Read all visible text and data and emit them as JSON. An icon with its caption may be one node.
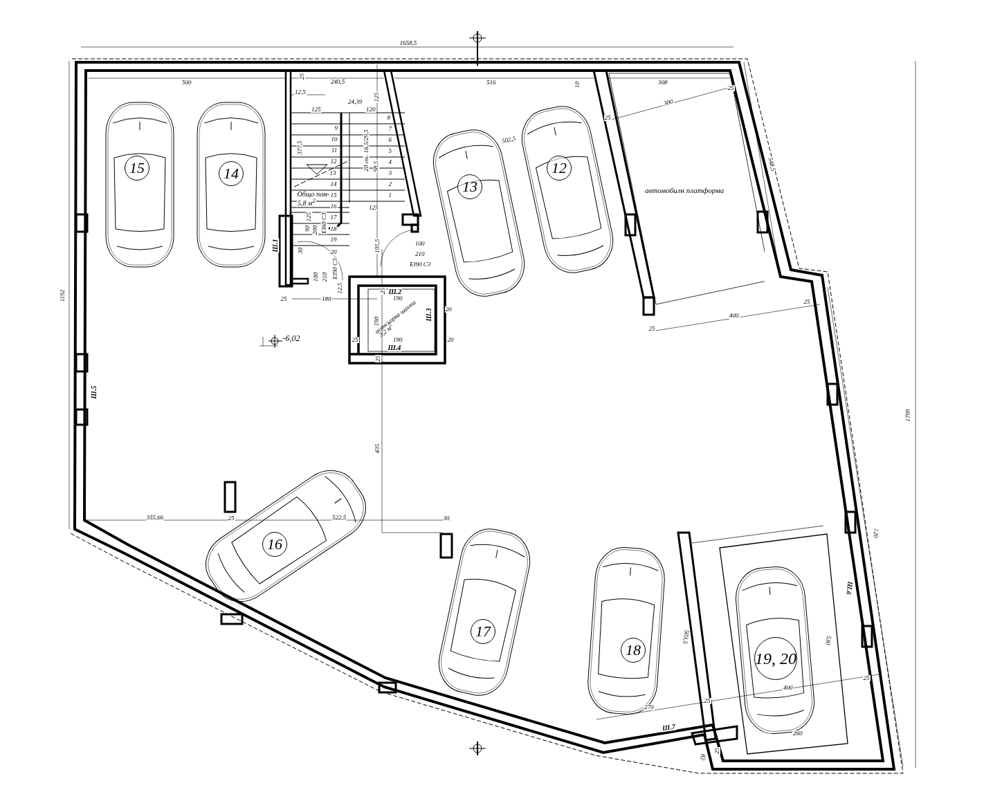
{
  "diagram": {
    "nodes": [
      {
        "text": [
          "15"
        ]
      },
      {
        "text": [
          "14"
        ]
      },
      {
        "text": [
          "13"
        ]
      },
      {
        "text": [
          "12"
        ]
      },
      {
        "text": [
          "автомобилн платформа"
        ]
      },
      {
        "text": [
          "асансьорна шахта",
          "3,2 м$^{2}$"
        ]
      },
      {
        "text": [
          "16"
        ]
      },
      {
        "text": [
          "17"
        ]
      },
      {
        "text": [
          "18"
        ]
      },
      {
        "text": [
          "19, 20"
        ]
      }
    ],
    "edges": [],
    "labels": [
      "1658,5",
      "25",
      "500",
      "240,5",
      "516",
      "10",
      "308",
      "25",
      "12,5",
      "125",
      "24,39",
      "300",
      "125",
      "120",
      "8",
      "25",
      "9",
      "7",
      "10",
      "6",
      "502,5",
      "11",
      "5",
      "377,5",
      "20 ст. 16,5/29,5",
      "98,5",
      "548,5",
      "12",
      "4",
      "13",
      "3",
      "14",
      "2",
      "Общо пом-",
      "15",
      "1",
      "5,8 м$^{2}$",
      "16",
      "125",
      "125",
      "17",
      "90",
      "200",
      "EI60 C3",
      "18",
      "Ш.1",
      "19",
      "195,5",
      "100",
      "30",
      "20",
      "210",
      "EI90 C3",
      "100",
      "210",
      "EI90 C3",
      "12,5",
      "25",
      "Ш.2",
      "25",
      "180",
      "190",
      "20",
      "190",
      "Ш.3",
      "-6,02",
      "25",
      "190",
      "20",
      "Ш.4",
      "25",
      "1192",
      "25",
      "400",
      "25",
      "Ш.5",
      "1799",
      "435",
      "355,66",
      "25",
      "522,5",
      "30",
      "120",
      "Ш.6",
      "530",
      "503,5",
      "25",
      "400",
      "25",
      "270",
      "Ш.7",
      "260",
      "25",
      "82"
    ]
  }
}
